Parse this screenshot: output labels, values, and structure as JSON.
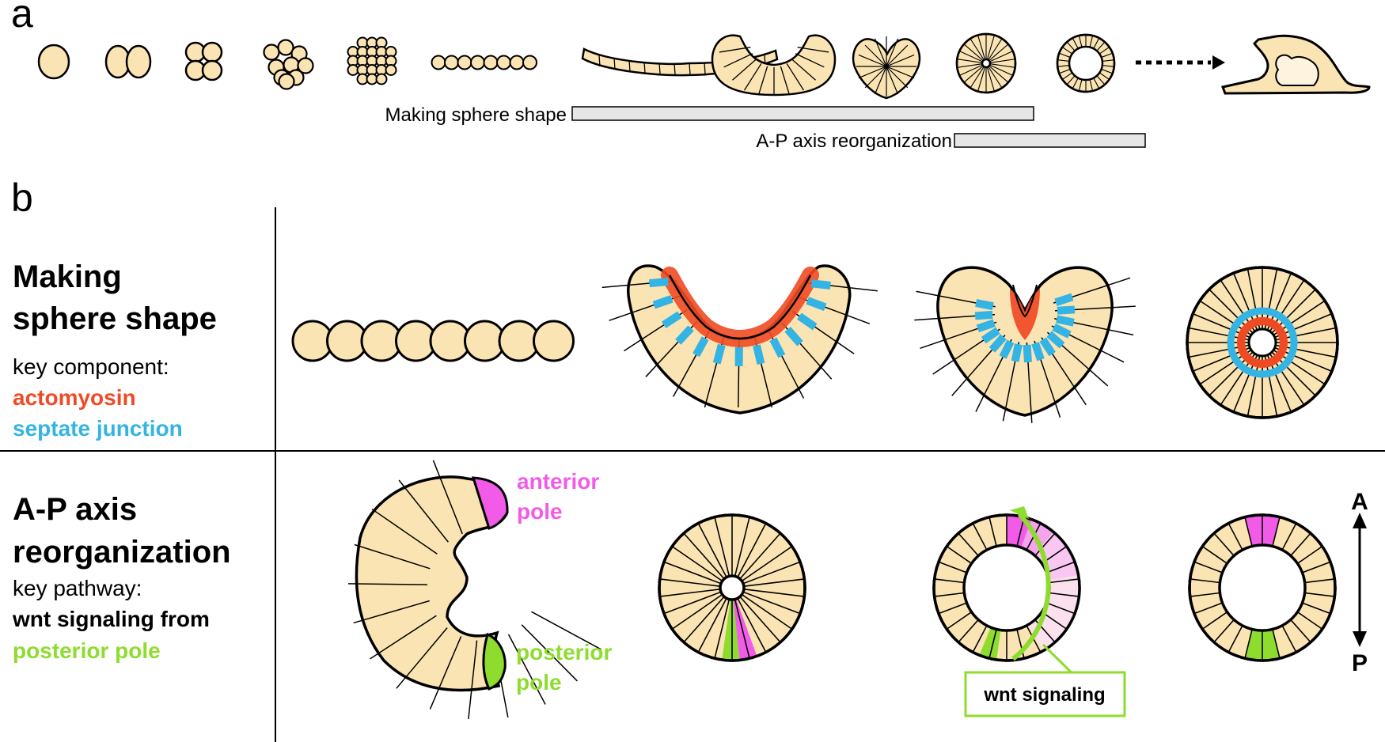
{
  "panels": {
    "a": "a",
    "b": "b"
  },
  "timeline": {
    "sphere_bar_label": "Making sphere shape",
    "axis_bar_label": "A-P axis reorganization"
  },
  "row_sphere": {
    "title_line1": "Making",
    "title_line2": "sphere shape",
    "key_label": "key component:",
    "component1": "actomyosin",
    "component2": "septate junction"
  },
  "row_axis": {
    "title_line1": "A-P axis",
    "title_line2": "reorganization",
    "key_label": "key pathway:",
    "pathway_line1": "wnt signaling from",
    "pathway_line2": "posterior pole",
    "anterior_line1": "anterior",
    "anterior_line2": "pole",
    "posterior_line1": "posterior",
    "posterior_line2": "pole",
    "wnt_box": "wnt signaling",
    "axis_top": "A",
    "axis_bottom": "P"
  },
  "colors": {
    "cell_fill": "#fbe4b4",
    "actomyosin": "#f04a24",
    "septate_junction": "#34b4e4",
    "anterior": "#f15be8",
    "posterior": "#8ddc2e",
    "bar_fill": "#e6e6e6"
  }
}
